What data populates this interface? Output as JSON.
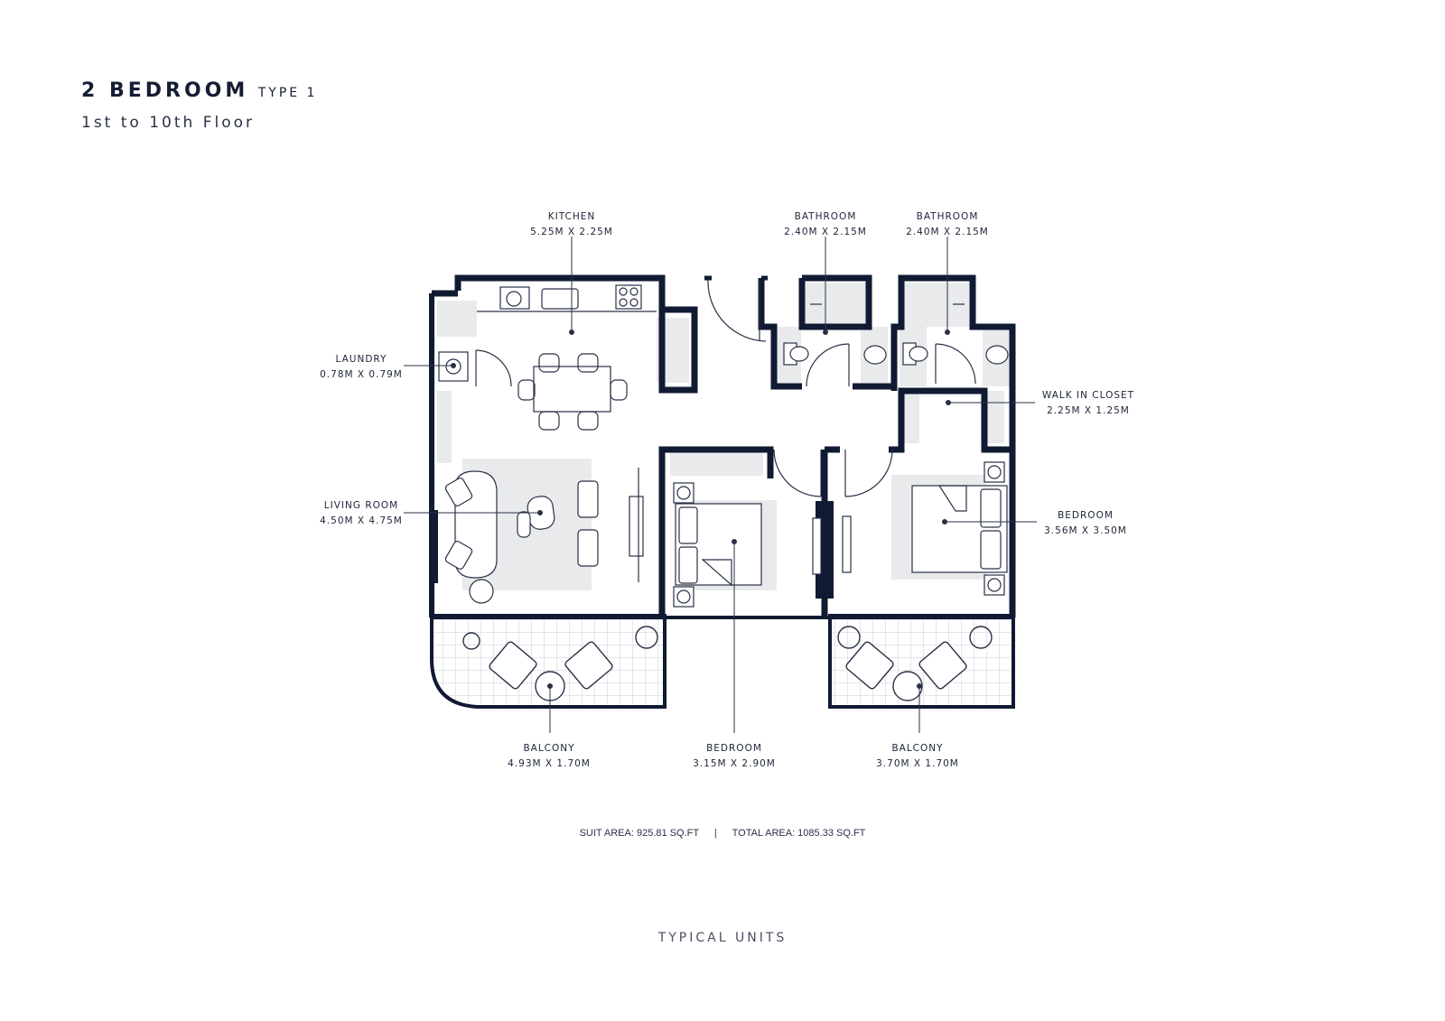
{
  "header": {
    "title": "2 BEDROOM",
    "type": "TYPE 1",
    "floors": "1st to 10th Floor"
  },
  "rooms": {
    "kitchen": {
      "name": "KITCHEN",
      "dim": "5.25M X 2.25M"
    },
    "bathroom_1": {
      "name": "BATHROOM",
      "dim": "2.40M X 2.15M"
    },
    "bathroom_2": {
      "name": "BATHROOM",
      "dim": "2.40M X 2.15M"
    },
    "laundry": {
      "name": "LAUNDRY",
      "dim": "0.78M X 0.79M"
    },
    "walk_in_closet": {
      "name": "WALK IN CLOSET",
      "dim": "2.25M X 1.25M"
    },
    "living_room": {
      "name": "LIVING ROOM",
      "dim": "4.50M X 4.75M"
    },
    "bedroom_master": {
      "name": "BEDROOM",
      "dim": "3.56M X 3.50M"
    },
    "balcony_1": {
      "name": "BALCONY",
      "dim": "4.93M X 1.70M"
    },
    "bedroom_2": {
      "name": "BEDROOM",
      "dim": "3.15M X 2.90M"
    },
    "balcony_2": {
      "name": "BALCONY",
      "dim": "3.70M X 1.70M"
    }
  },
  "areas": {
    "suit": "SUIT AREA: 925.81 SQ.FT",
    "separator": "|",
    "total": "TOTAL AREA: 1085.33 SQ.FT"
  },
  "footer": "TYPICAL UNITS",
  "colors": {
    "wall": "#101a33",
    "fixture": "#e9eaec",
    "line": "#2a3147"
  }
}
